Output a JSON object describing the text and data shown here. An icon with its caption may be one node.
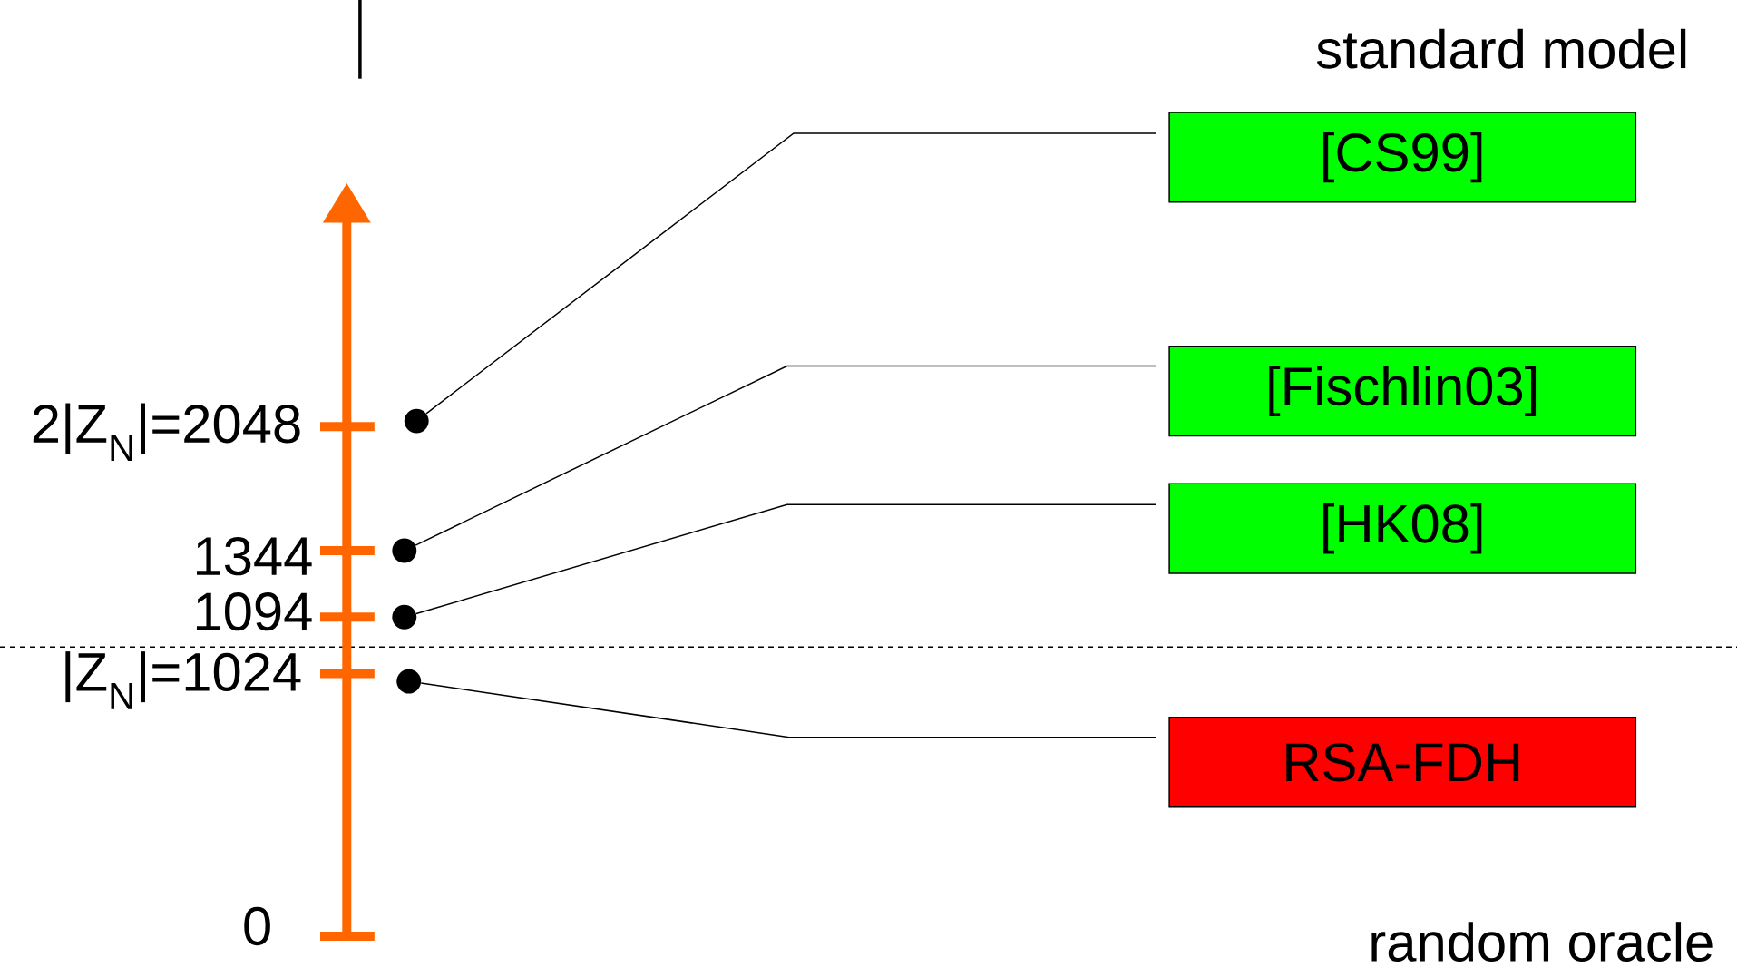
{
  "diagram": {
    "nodes": [
      {
        "text": [
          "[CS99]"
        ]
      },
      {
        "text": [
          "[Fischlin03]"
        ]
      },
      {
        "text": [
          "[HK08]"
        ]
      },
      {
        "text": [
          "RSA-FDH"
        ]
      },
      {
        "text": [],
        "shape": "circle"
      },
      {
        "text": [],
        "shape": "circle"
      },
      {
        "text": [],
        "shape": "circle"
      },
      {
        "text": [],
        "shape": "circle"
      }
    ],
    "edges": [
      {
        "from": 4,
        "to": 0,
        "arrow": "none"
      },
      {
        "from": 5,
        "to": 1,
        "arrow": "none"
      },
      {
        "from": 6,
        "to": 2,
        "arrow": "none"
      },
      {
        "from": 7,
        "to": 3,
        "arrow": "none"
      }
    ],
    "labels": [
      "standard model",
      "2|Z$_{N}$|=2048",
      "1344",
      "1094",
      "|Z$_{N}$|=1024",
      "0",
      "random oracle"
    ]
  }
}
